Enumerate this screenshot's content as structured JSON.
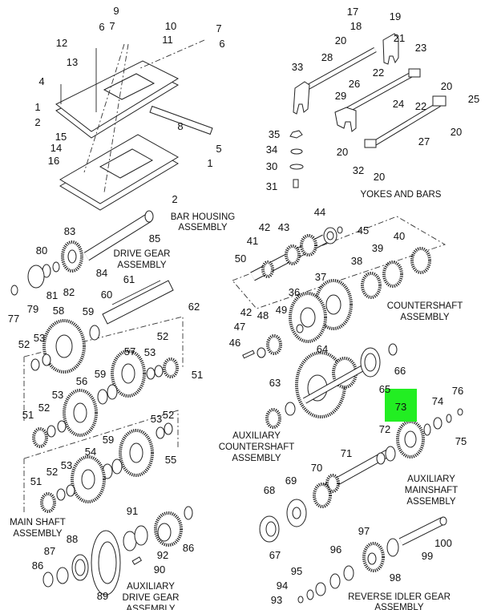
{
  "diagram": {
    "highlight_color": "#22ee22",
    "highlighted_callout": "73",
    "captions": {
      "bar_housing": [
        "BAR HOUSING",
        "ASSEMBLY"
      ],
      "yokes_and_bars": [
        "YOKES AND BARS"
      ],
      "drive_gear": [
        "DRIVE GEAR",
        "ASSEMBLY"
      ],
      "countershaft": [
        "COUNTERSHAFT",
        "ASSEMBLY"
      ],
      "aux_countershaft": [
        "AUXILIARY",
        "COUNTERSHAFT",
        "ASSEMBLY"
      ],
      "aux_mainshaft": [
        "AUXILIARY",
        "MAINSHAFT",
        "ASSEMBLY"
      ],
      "main_shaft": [
        "MAIN SHAFT",
        "ASSEMBLY"
      ],
      "aux_drive_gear": [
        "AUXILIARY",
        "DRIVE GEAR",
        "ASSEMBLY"
      ],
      "reverse_idler": [
        "REVERSE IDLER GEAR",
        "ASSEMBLY"
      ]
    },
    "callouts": [
      "9",
      "10",
      "7",
      "6",
      "11",
      "7",
      "6",
      "12",
      "13",
      "4",
      "1",
      "2",
      "8",
      "15",
      "14",
      "16",
      "5",
      "1",
      "2",
      "17",
      "18",
      "19",
      "20",
      "21",
      "28",
      "33",
      "23",
      "22",
      "20",
      "26",
      "29",
      "24",
      "22",
      "25",
      "27",
      "20",
      "20",
      "32",
      "20",
      "35",
      "34",
      "30",
      "31",
      "83",
      "85",
      "80",
      "84",
      "81",
      "82",
      "61",
      "60",
      "62",
      "77",
      "79",
      "58",
      "59",
      "52",
      "53",
      "52",
      "57",
      "53",
      "51",
      "56",
      "59",
      "53",
      "52",
      "51",
      "53",
      "52",
      "59",
      "54",
      "55",
      "53",
      "52",
      "51",
      "91",
      "88",
      "87",
      "86",
      "92",
      "86",
      "90",
      "89",
      "44",
      "42",
      "43",
      "41",
      "45",
      "40",
      "50",
      "39",
      "38",
      "37",
      "36",
      "42",
      "48",
      "49",
      "47",
      "46",
      "64",
      "66",
      "63",
      "65",
      "72",
      "74",
      "76",
      "75",
      "71",
      "70",
      "69",
      "68",
      "67",
      "97",
      "96",
      "100",
      "99",
      "98",
      "95",
      "94",
      "93"
    ]
  }
}
